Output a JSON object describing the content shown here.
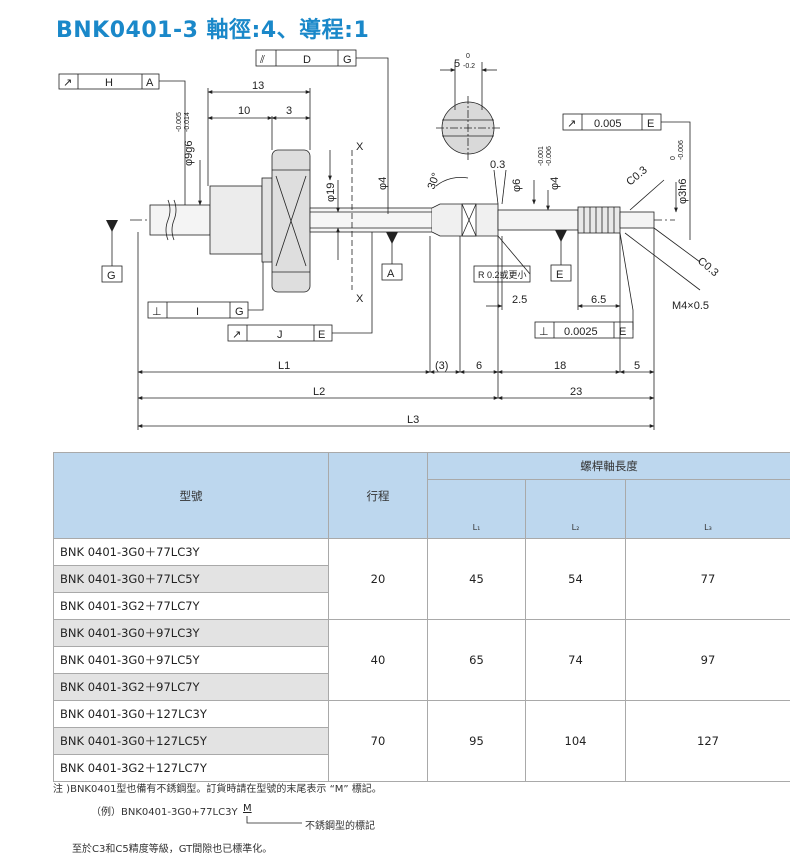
{
  "title": "BNK0401-3 軸徑:4、導程:1",
  "drawing": {
    "frame_top": {
      "sym": "⫽",
      "ref": "D",
      "datum": "G"
    },
    "frame_h": {
      "sym": "↗",
      "ref": "H",
      "datum": "A"
    },
    "frame_i": {
      "sym": "⊥",
      "ref": "I",
      "datum": "G"
    },
    "frame_j": {
      "sym": "↗",
      "ref": "J",
      "datum": "E"
    },
    "frame_runout": {
      "sym": "↗",
      "val": "0.005",
      "datum": "E"
    },
    "frame_perp": {
      "sym": "⊥",
      "val": "0.0025",
      "datum": "E"
    },
    "datum_g": "G",
    "datum_a": "A",
    "datum_e": "E",
    "dim_13": "13",
    "dim_10": "10",
    "dim_3": "3",
    "dim_5": "5",
    "tol_5_up": "0",
    "tol_5_low": "-0.2",
    "dim_03": "0.3",
    "dim_30deg": "30°",
    "dia_9g6": "φ9g6",
    "tol_9g6_up": "-0.005",
    "tol_9g6_low": "-0.014",
    "dia_19": "φ19",
    "dia_4": "φ4",
    "dia_6": "φ6",
    "dia_4b": "φ4",
    "tol_4b_up": "-0.001",
    "tol_4b_low": "-0.006",
    "dia_3h6": "φ3h6",
    "tol_3h6_up": "0",
    "tol_3h6_low": "-0.006",
    "c03a": "C0.3",
    "c03b": "C0.3",
    "x_top": "X",
    "x_bottom": "X",
    "radius_note": "R 0.2或更小",
    "dim_25": "2.5",
    "dim_65": "6.5",
    "thread": "M4×0.5",
    "dim_L1": "L1",
    "dim_paren3": "(3)",
    "dim_6": "6",
    "dim_18": "18",
    "dim_5b": "5",
    "dim_L2": "L2",
    "dim_23": "23",
    "dim_L3": "L3"
  },
  "table": {
    "col_model": "型號",
    "col_stroke": "行程",
    "col_group": "螺桿軸長度",
    "col_l1": "L₁",
    "col_l2": "L₂",
    "col_l3": "L₃",
    "groups": [
      {
        "models": [
          "BNK 0401-3G0＋77LC3Y",
          "BNK 0401-3G0＋77LC5Y",
          "BNK 0401-3G2＋77LC7Y"
        ],
        "stroke": "20",
        "l1": "45",
        "l2": "54",
        "l3": "77"
      },
      {
        "models": [
          "BNK 0401-3G0＋97LC3Y",
          "BNK 0401-3G0＋97LC5Y",
          "BNK 0401-3G2＋97LC7Y"
        ],
        "stroke": "40",
        "l1": "65",
        "l2": "74",
        "l3": "97"
      },
      {
        "models": [
          "BNK 0401-3G0＋127LC3Y",
          "BNK 0401-3G0＋127LC5Y",
          "BNK 0401-3G2＋127LC7Y"
        ],
        "stroke": "70",
        "l1": "95",
        "l2": "104",
        "l3": "127"
      }
    ]
  },
  "notes": {
    "note1": "注 )BNK0401型也備有不銹鋼型。訂貨時請在型號的末尾表示 “M” 標記。",
    "note2": "（例）BNK0401-3G0+77LC3Y",
    "mark": "M",
    "note3": "不銹鋼型的標記",
    "note4": "至於C3和C5精度等級，GT間隙也已標準化。"
  }
}
